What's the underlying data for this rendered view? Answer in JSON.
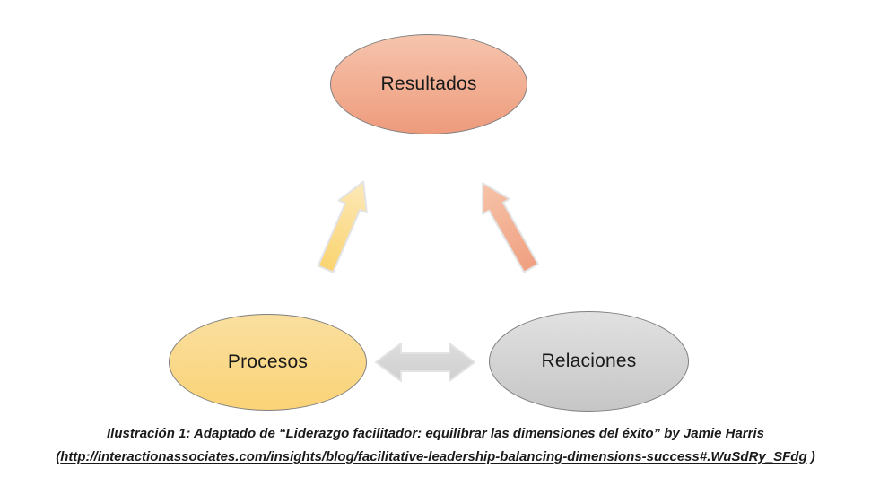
{
  "diagram": {
    "nodes": [
      {
        "id": "resultados",
        "label": "Resultados"
      },
      {
        "id": "procesos",
        "label": "Procesos"
      },
      {
        "id": "relaciones",
        "label": "Relaciones"
      }
    ],
    "connections": [
      {
        "from": "procesos",
        "to": "resultados",
        "style": "yellow-gradient-arrow",
        "direction": "one-way-up"
      },
      {
        "from": "relaciones",
        "to": "resultados",
        "style": "salmon-gradient-arrow",
        "direction": "one-way-up"
      },
      {
        "from": "procesos",
        "to": "relaciones",
        "style": "gray-arrow",
        "direction": "two-way-horizontal"
      }
    ]
  },
  "caption": {
    "line1": "Ilustración 1: Adaptado de “Liderazgo facilitador: equilibrar las dimensiones del éxito” by Jamie Harris",
    "line2_open": "(",
    "line2_url": "http://interactionassociates.com/insights/blog/facilitative-leadership-balancing-dimensions-success#.WuSdRy_SFdg",
    "line2_close": " )"
  },
  "colors": {
    "resultados_top": "#f6c4ad",
    "resultados_bottom": "#ee9b7c",
    "procesos_top": "#f9df9f",
    "procesos_bottom": "#fbd377",
    "relaciones_top": "#e1e1e1",
    "relaciones_bottom": "#c6c6c6",
    "ellipse_border": "#7f7f7f",
    "arrow_yellow_top": "#fce8b8",
    "arrow_yellow_bottom": "#fad470",
    "arrow_salmon_top": "#f6c3a9",
    "arrow_salmon_bottom": "#f0a081",
    "arrow_gray_top": "#dddddd",
    "arrow_gray_bottom": "#cfcfcf",
    "arrow_outline": "#e3e3e3",
    "text_dark": "#1a1a1a",
    "background": "#ffffff"
  }
}
